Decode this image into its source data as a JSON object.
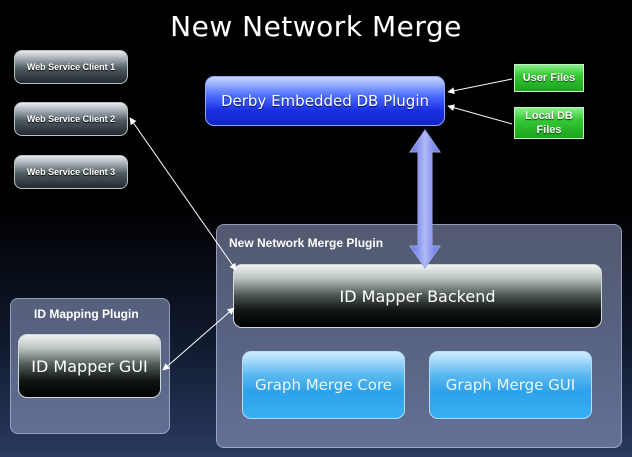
{
  "title": "New Network Merge",
  "clients": [
    {
      "label": "Web Service Client 1"
    },
    {
      "label": "Web Service Client 2"
    },
    {
      "label": "Web Service Client 3"
    }
  ],
  "db_plugin": {
    "label": "Derby Embedded DB Plugin"
  },
  "user_files": {
    "label": "User Files"
  },
  "local_db_files": {
    "label": "Local DB Files"
  },
  "nnm_plugin": {
    "label": "New Network Merge Plugin",
    "backend": "ID Mapper Backend",
    "core": "Graph Merge Core",
    "gui": "Graph Merge GUI"
  },
  "id_mapping_plugin": {
    "label": "ID Mapping Plugin",
    "gui": "ID Mapper GUI"
  },
  "colors": {
    "group_fill": "#969ec8",
    "db_blue": "#1a2fe0",
    "file_green": "#22a822",
    "merge_light_blue": "#38aef2",
    "connector": "#ffffff",
    "big_arrow": "#7a88ee"
  }
}
